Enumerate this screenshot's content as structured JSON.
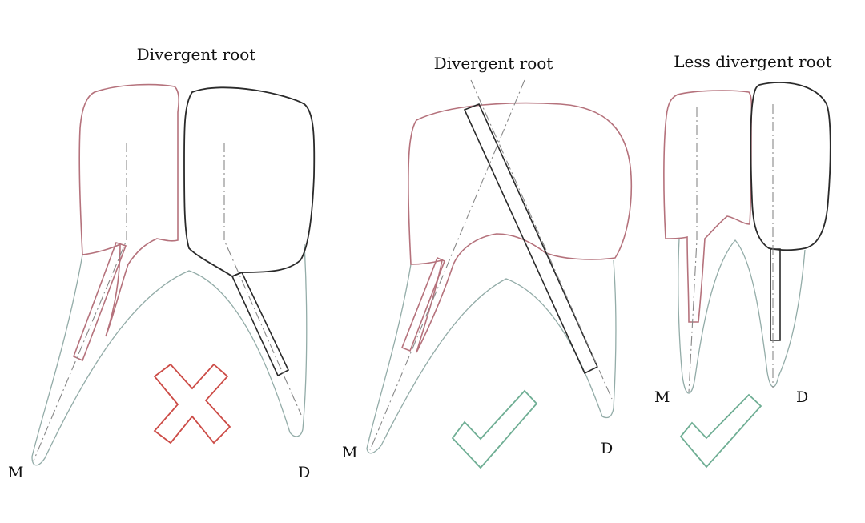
{
  "panels": [
    {
      "title": "Divergent root",
      "mesial": "M",
      "distal": "D",
      "verdict": "incorrect",
      "verdict_icon": "cross-icon"
    },
    {
      "title": "Divergent root",
      "mesial": "M",
      "distal": "D",
      "verdict": "correct",
      "verdict_icon": "check-icon"
    },
    {
      "title": "Less divergent root",
      "mesial": "M",
      "distal": "D",
      "verdict": "correct",
      "verdict_icon": "check-icon"
    }
  ],
  "colors": {
    "crown_pink": "#b5727c",
    "crown_black": "#2a2a2a",
    "root_outline": "#93aca8",
    "cross": "#cc4b46",
    "check": "#6fae94"
  }
}
